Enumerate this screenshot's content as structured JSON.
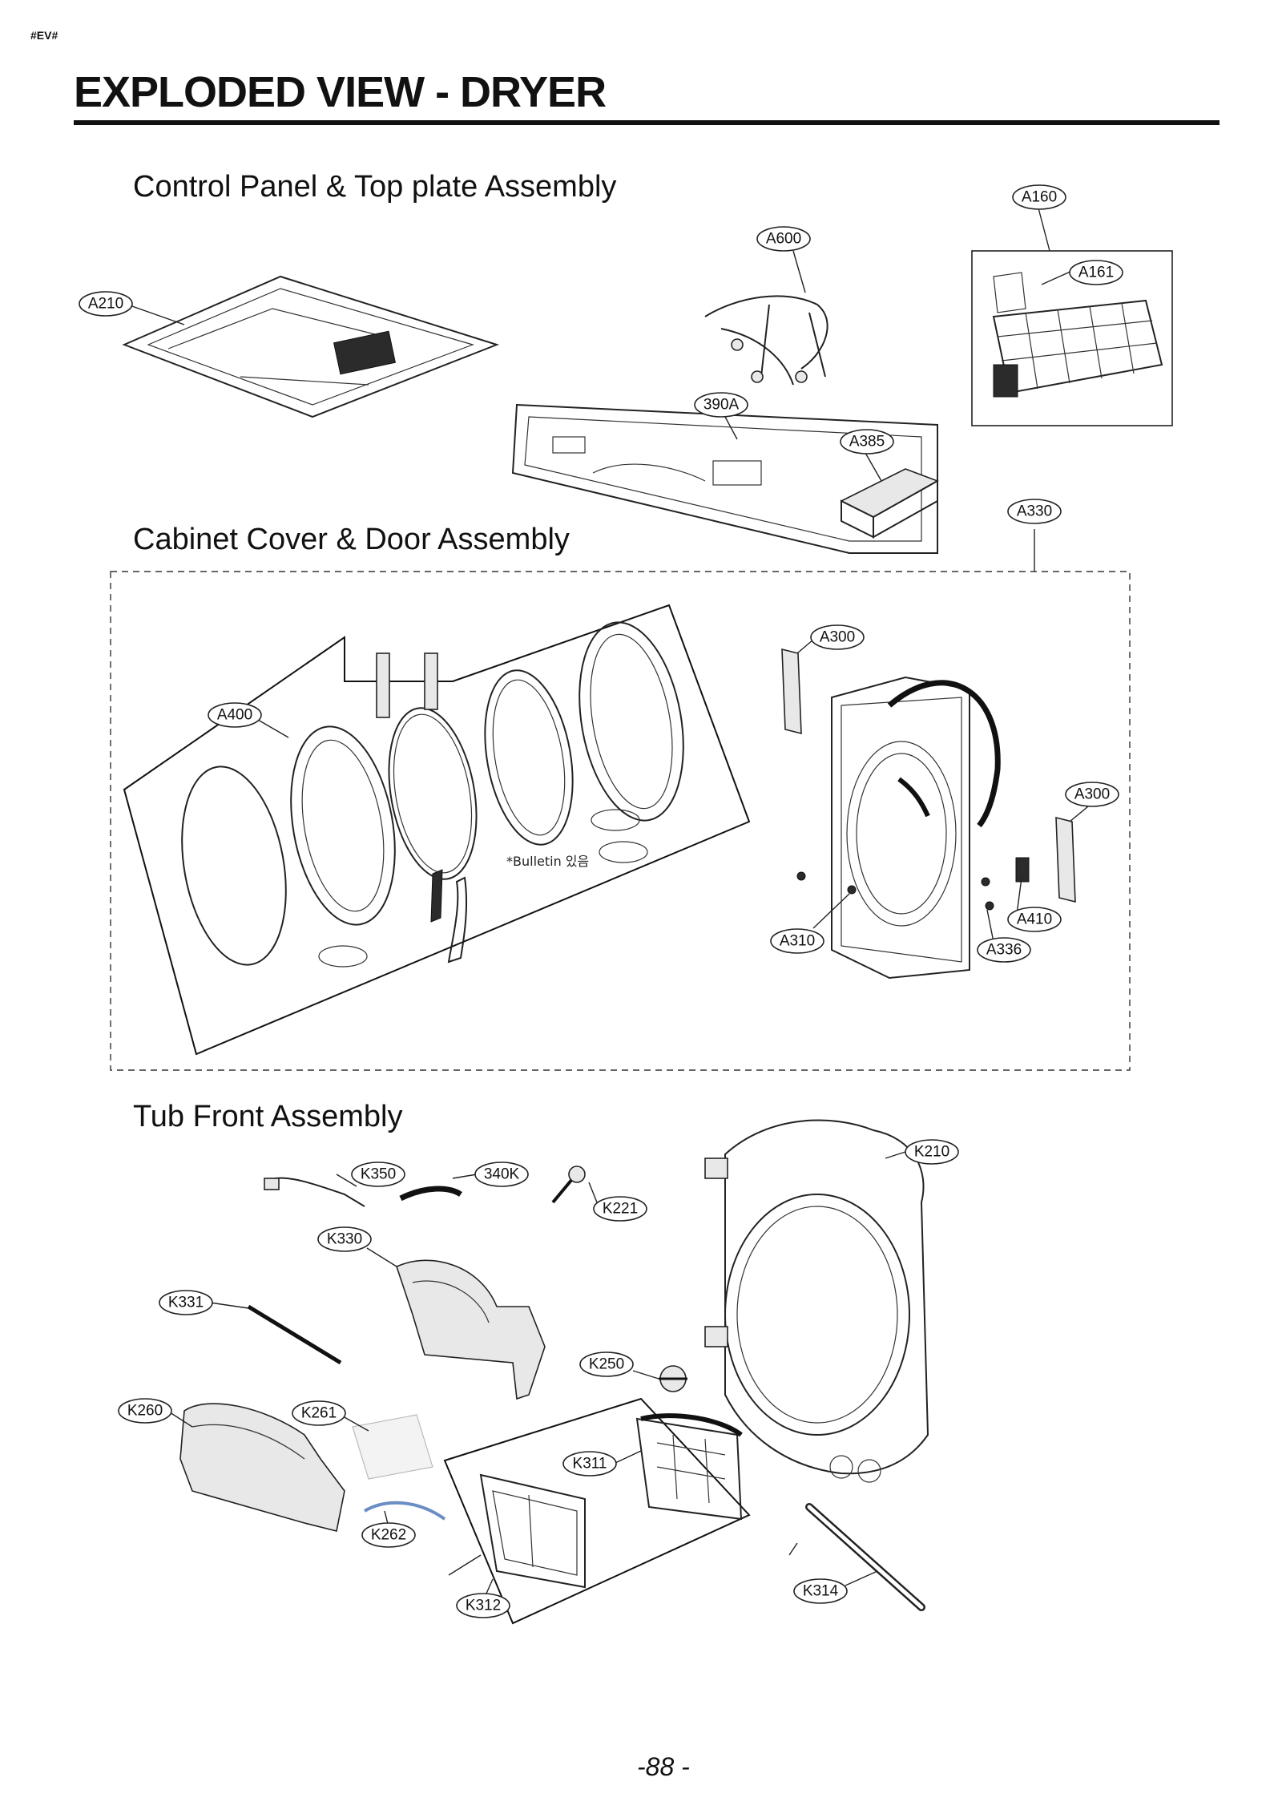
{
  "header": {
    "tag": "#EV#",
    "title": "EXPLODED VIEW - DRYER"
  },
  "sections": {
    "control_panel": "Control Panel & Top plate Assembly",
    "cabinet": "Cabinet Cover & Door Assembly",
    "tub_front": "Tub Front Assembly"
  },
  "parts": {
    "A160": "A160",
    "A161": "A161",
    "A600": "A600",
    "A210": "A210",
    "P390A": "390A",
    "A385": "A385",
    "A330": "A330",
    "A300_top": "A300",
    "A300_right": "A300",
    "A400": "A400",
    "A410": "A410",
    "A310": "A310",
    "A336": "A336",
    "K210": "K210",
    "K350": "K350",
    "K340": "340K",
    "K221": "K221",
    "K330": "K330",
    "K331": "K331",
    "K250": "K250",
    "K260": "K260",
    "K261": "K261",
    "K262": "K262",
    "K311": "K311",
    "K312": "K312",
    "K314": "K314"
  },
  "notes": {
    "bulletin": "*Bulletin 있음"
  },
  "footer": {
    "page_number": "-88 -"
  }
}
